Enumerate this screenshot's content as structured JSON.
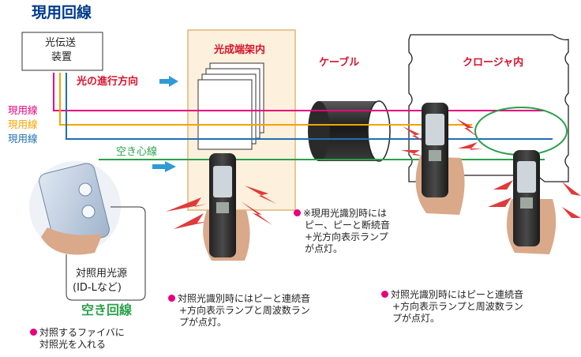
{
  "title": "現用回線",
  "transmitter": {
    "line1": "光伝送",
    "line2": "装置"
  },
  "direction_label": "光の進行方向",
  "lines": {
    "active1": "現用線",
    "active2": "現用線",
    "active3": "現用線",
    "idle": "空き心線"
  },
  "cabinet_label": "光成端架内",
  "cable_label": "ケーブル",
  "closure_label": "クロージャ内",
  "source": {
    "line1": "対照用光源",
    "line2": "(ID-Lなど)"
  },
  "idle_title": "空き回線",
  "notes": {
    "idle_source": [
      "対照するファイバに",
      "対照光を入れる"
    ],
    "active_detect": [
      "※現用光識別時には",
      "ピー、ピーと断続音",
      "+光方向表示ランプ",
      "が点灯。"
    ],
    "ref_detect_1": [
      "対照光識別時にはピーと連続音",
      "+方向表示ランプと周波数ラン",
      "プが点灯。"
    ],
    "ref_detect_2": [
      "対照光識別時にはピーと連続音",
      "+方向表示ランプと周波数ラン",
      "プが点灯。"
    ]
  },
  "colors": {
    "active1": "#e6007e",
    "active2": "#f5a300",
    "active3": "#1f6fb5",
    "idle": "#2aa14a",
    "accent": "#d8122b",
    "arrow": "#2e9ad6",
    "cabinet_bg": "#fdf0dc",
    "cabinet_border": "#e0b57a"
  }
}
